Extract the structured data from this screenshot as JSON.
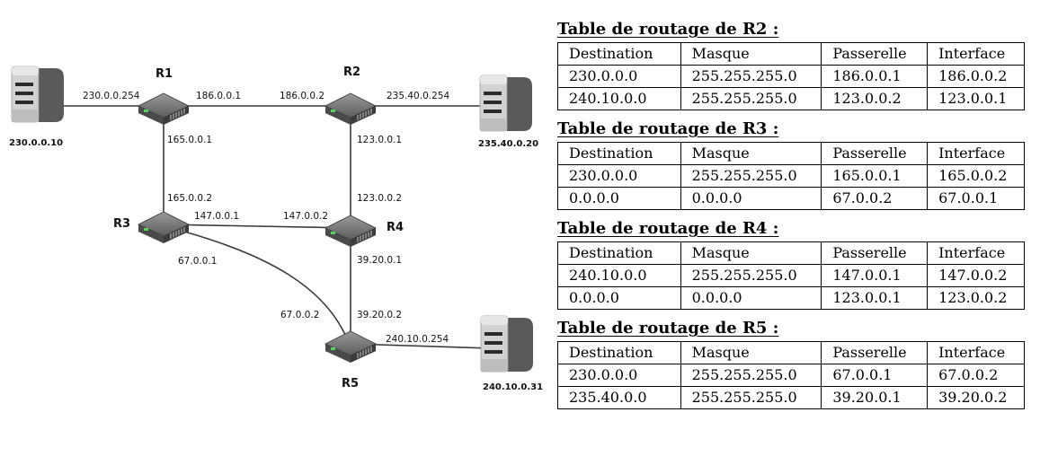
{
  "routers": [
    {
      "id": "R1",
      "label": "R1"
    },
    {
      "id": "R2",
      "label": "R2"
    },
    {
      "id": "R3",
      "label": "R3"
    },
    {
      "id": "R4",
      "label": "R4"
    },
    {
      "id": "R5",
      "label": "R5"
    }
  ],
  "hosts": [
    {
      "id": "h1",
      "label": "230.0.0.10"
    },
    {
      "id": "h2",
      "label": "235.40.0.20"
    },
    {
      "id": "h3",
      "label": "240.10.0.31"
    }
  ],
  "interfaces": {
    "h1_r1": "230.0.0.254",
    "r1_r2": "186.0.0.1",
    "r2_r1": "186.0.0.2",
    "r2_h2": "235.40.0.254",
    "r1_r3": "165.0.0.1",
    "r3_r1": "165.0.0.2",
    "r2_r4": "123.0.0.1",
    "r4_r2": "123.0.0.2",
    "r3_r4": "147.0.0.1",
    "r4_r3": "147.0.0.2",
    "r3_r5": "67.0.0.1",
    "r5_r3": "67.0.0.2",
    "r4_r5": "39.20.0.1",
    "r5_r4": "39.20.0.2",
    "r5_h3": "240.10.0.254"
  },
  "tables": [
    {
      "title": "Table de routage de R2 :",
      "headers": [
        "Destination",
        "Masque",
        "Passerelle",
        "Interface"
      ],
      "rows": [
        [
          "230.0.0.0",
          "255.255.255.0",
          "186.0.0.1",
          "186.0.0.2"
        ],
        [
          "240.10.0.0",
          "255.255.255.0",
          "123.0.0.2",
          "123.0.0.1"
        ]
      ]
    },
    {
      "title": "Table de routage de R3 :",
      "headers": [
        "Destination",
        "Masque",
        "Passerelle",
        "Interface"
      ],
      "rows": [
        [
          "230.0.0.0",
          "255.255.255.0",
          "165.0.0.1",
          "165.0.0.2"
        ],
        [
          "0.0.0.0",
          "0.0.0.0",
          "67.0.0.2",
          "67.0.0.1"
        ]
      ]
    },
    {
      "title": "Table de routage de R4 :",
      "headers": [
        "Destination",
        "Masque",
        "Passerelle",
        "Interface"
      ],
      "rows": [
        [
          "240.10.0.0",
          "255.255.255.0",
          "147.0.0.1",
          "147.0.0.2"
        ],
        [
          "0.0.0.0",
          "0.0.0.0",
          "123.0.0.1",
          "123.0.0.2"
        ]
      ]
    },
    {
      "title": "Table de routage de R5 :",
      "headers": [
        "Destination",
        "Masque",
        "Passerelle",
        "Interface"
      ],
      "rows": [
        [
          "230.0.0.0",
          "255.255.255.0",
          "67.0.0.1",
          "67.0.0.2"
        ],
        [
          "235.40.0.0",
          "255.255.255.0",
          "39.20.0.1",
          "39.20.0.2"
        ]
      ]
    }
  ]
}
